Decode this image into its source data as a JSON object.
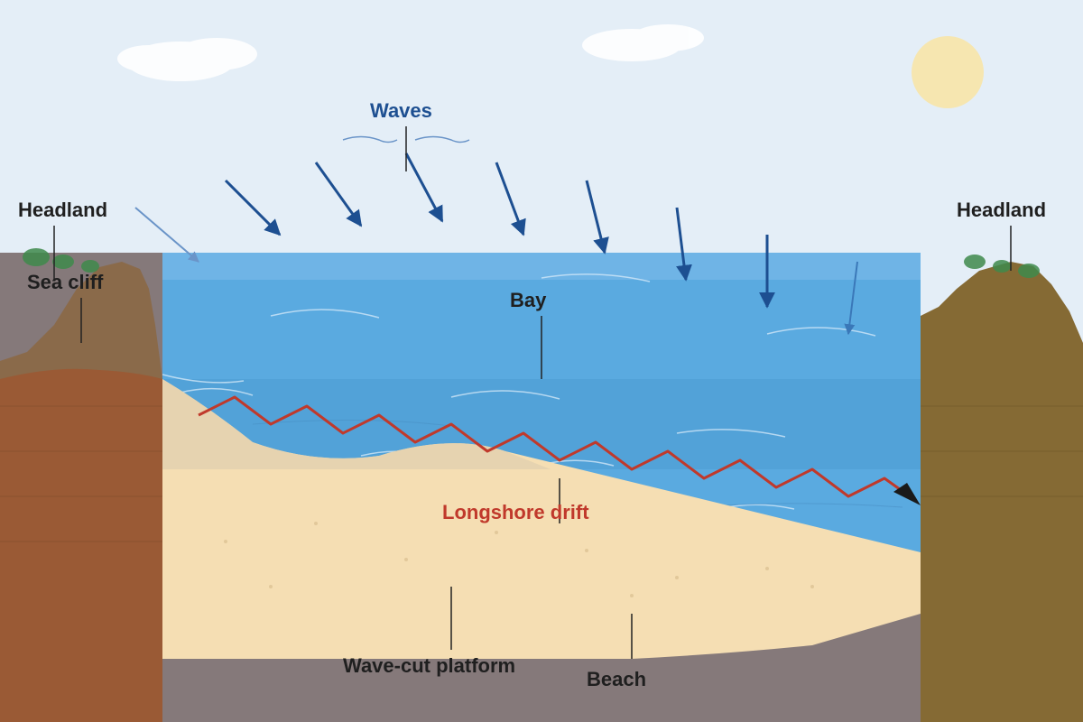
{
  "labels": {
    "waves": "Waves",
    "headland_left": "Headland",
    "headland_right": "Headland",
    "sea_cliff": "Sea cliff",
    "bay": "Bay",
    "longshore_drift": "Longshore drift",
    "wave_cut_platform": "Wave-cut platform",
    "beach": "Beach"
  },
  "colors": {
    "sky": "#e4eef7",
    "sea": "#5aaae0",
    "sea_far": "#6fb4e6",
    "sea_band": "#52a2d8",
    "sand": "#f5deb3",
    "wet_sand": "#e6d3b0",
    "cliff_left": "#9a5a35",
    "cliff_left_top": "#8a6a4a",
    "cliff_right": "#856a34",
    "rock": "#85797a",
    "sun": "#f6e6b0",
    "cloud": "#ffffff",
    "vegetation": "#3f8a4c",
    "wave_arrow": "#1d4f91",
    "wave_arrow_light": "#3a78b8",
    "drift": "#c0392b",
    "leader_line": "#222222"
  }
}
